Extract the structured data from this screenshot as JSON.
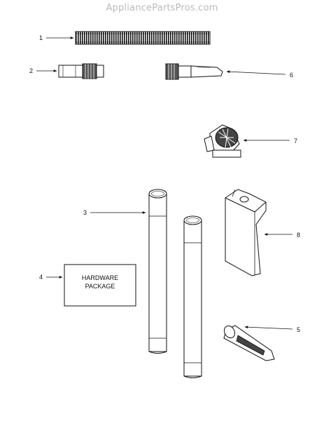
{
  "watermark": "AppliancePartsPros.com",
  "callouts": {
    "c1": "1",
    "c2": "2",
    "c3": "3",
    "c4": "4",
    "c5": "5",
    "c6": "6",
    "c7": "7",
    "c8": "8"
  },
  "hardware_package": {
    "line1": "HARDWARE",
    "line2": "PACKAGE"
  }
}
